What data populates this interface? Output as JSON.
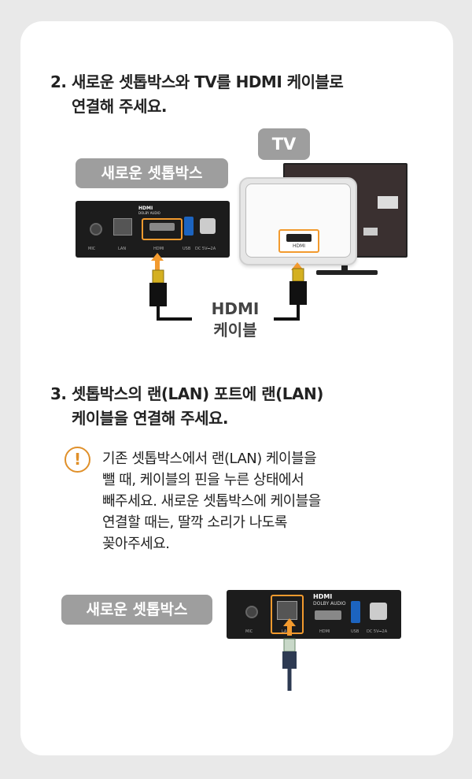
{
  "step2": {
    "line1": "2. 새로운 셋톱박스와 TV를 HDMI 케이블로",
    "line2": "연결해 주세요."
  },
  "diagram1": {
    "tv_label": "TV",
    "settop_label": "새로운 셋톱박스",
    "cable_label_line1": "HDMI",
    "cable_label_line2": "케이블",
    "port_labels": [
      "MIC",
      "LAN",
      "HDMI",
      "USB",
      "DC 5V⎓2A"
    ],
    "brand_hdmi": "HDMI",
    "brand_dolby": "DOLBY AUDIO",
    "tv_port_label": "HDMI"
  },
  "step3": {
    "line1": "3. 셋톱박스의 랜(LAN) 포트에 랜(LAN)",
    "line2": "케이블을 연결해 주세요."
  },
  "note": {
    "icon": "exclamation-icon",
    "lines": [
      "기존 셋톱박스에서 랜(LAN) 케이블을",
      "뺄 때, 케이블의 핀을 누른 상태에서",
      "빼주세요. 새로운 셋톱박스에 케이블을",
      "연결할 때는, 딸깍 소리가 나도록",
      "꽂아주세요."
    ]
  },
  "diagram2": {
    "settop_label": "새로운 셋톱박스",
    "port_labels": [
      "MIC",
      "LAN",
      "HDMI",
      "USB",
      "DC 5V⎓2A"
    ],
    "brand_hdmi": "HDMI",
    "brand_dolby": "DOLBY AUDIO"
  },
  "colors": {
    "highlight": "#f29a2e",
    "pill": "#9e9e9e",
    "device": "#1c1c1c",
    "connector_gold": "#d4b021"
  }
}
